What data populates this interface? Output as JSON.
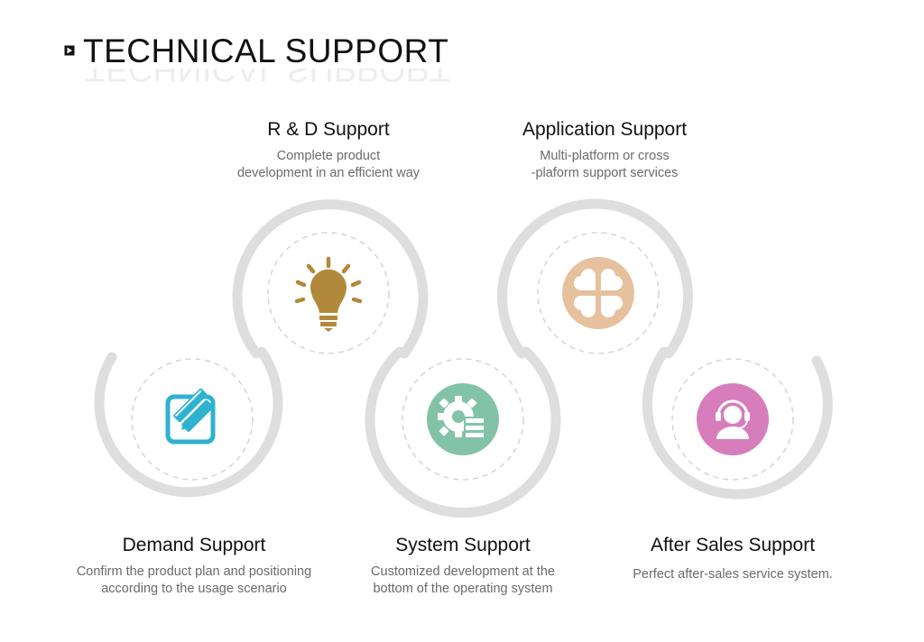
{
  "header": {
    "title": "TECHNICAL SUPPORT",
    "bullet_icon": "arrow-bullet-icon"
  },
  "colors": {
    "ring": "#dedede",
    "dashed_ring": "#d2d2d2",
    "demand": "#2fb2cf",
    "rd": "#b2893b",
    "system": "#82c3a7",
    "application": "#e7c19d",
    "after_sales": "#d87dbb"
  },
  "cards": [
    {
      "id": "demand",
      "title": "Demand Support",
      "desc_lines": [
        "Confirm the product plan and positioning",
        "according to the usage scenario"
      ],
      "icon": "edit-pencil-icon"
    },
    {
      "id": "rd",
      "title": "R & D Support",
      "desc_lines": [
        "Complete product",
        "development in an efficient way"
      ],
      "icon": "lightbulb-icon"
    },
    {
      "id": "system",
      "title": "System Support",
      "desc_lines": [
        "Customized development at the",
        "bottom of the operating system"
      ],
      "icon": "gear-database-icon"
    },
    {
      "id": "application",
      "title": "Application Support",
      "desc_lines": [
        "Multi-platform or cross",
        "-plaform support services"
      ],
      "icon": "four-petal-icon"
    },
    {
      "id": "after_sales",
      "title": "After Sales Support",
      "desc_lines": [
        "Perfect after-sales service system."
      ],
      "icon": "headset-person-icon"
    }
  ]
}
